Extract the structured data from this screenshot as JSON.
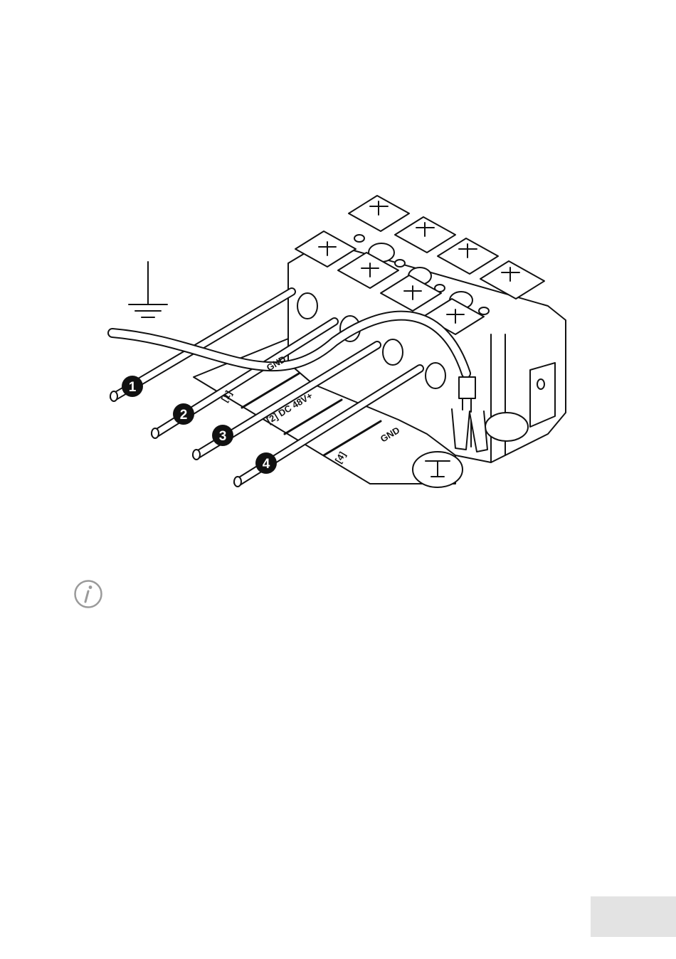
{
  "figure": {
    "callouts": [
      "1",
      "2",
      "3",
      "4"
    ],
    "terminal_labels": {
      "t1_gnd": "GND",
      "t1_num": "[1]",
      "t2_dc": "[2] DC 48V+",
      "t4_gnd": "GND",
      "t4_num": "[4]"
    },
    "icons": [
      "ground-symbol-icon",
      "protective-earth-icon",
      "cable-ferrite-icon"
    ]
  },
  "info_icon": "info-icon",
  "page_tab": {
    "color": "#e3e3e3"
  },
  "colors": {
    "line": "#111111",
    "background": "#ffffff",
    "icon_gray": "#9a9a9a"
  }
}
